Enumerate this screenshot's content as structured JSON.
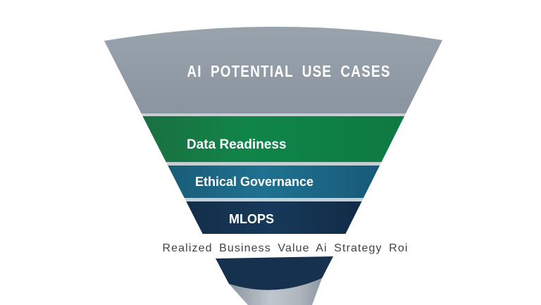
{
  "funnel": {
    "title": "AI POTENTIAL USE CASES",
    "stages": [
      {
        "label": "Data Readiness",
        "color": "#0e8449"
      },
      {
        "label": "Ethical Governance",
        "color": "#1d6a88"
      },
      {
        "label": "MLOPS",
        "color": "#142e4b"
      }
    ],
    "caption": "Realized  Business  Value  Ai Strategy Roi",
    "colors": {
      "funnel_top_gray": "#8e99a3",
      "separator_light": "#c3cfd2",
      "spout_navy": "#15314e",
      "stem_gray": "#b0b8bf",
      "title_text": "#ffffff",
      "caption_text": "#3d4347",
      "background": "#ffffff"
    }
  }
}
